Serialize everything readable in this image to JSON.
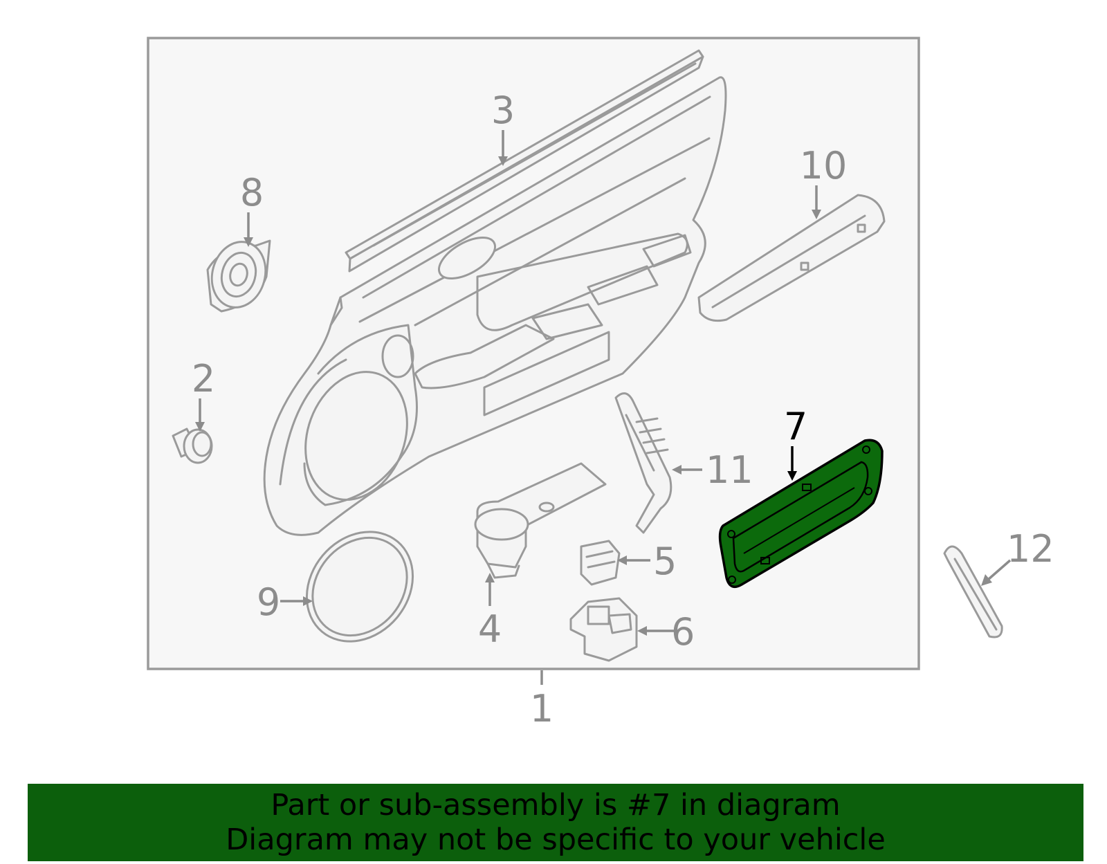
{
  "diagram": {
    "callouts": {
      "c1": "1",
      "c2": "2",
      "c3": "3",
      "c4": "4",
      "c5": "5",
      "c6": "6",
      "c7": "7",
      "c8": "8",
      "c9": "9",
      "c10": "10",
      "c11": "11",
      "c12": "12"
    },
    "highlighted_part": "7",
    "colors": {
      "highlight_fill": "#0c6a0c",
      "part_outline": "#9a9a9a",
      "frame_background": "#f7f7f7"
    }
  },
  "banner": {
    "line1": "Part or sub-assembly is #7 in diagram",
    "line2": "Diagram may not be specific to your vehicle",
    "background": "#0c5f0c"
  }
}
